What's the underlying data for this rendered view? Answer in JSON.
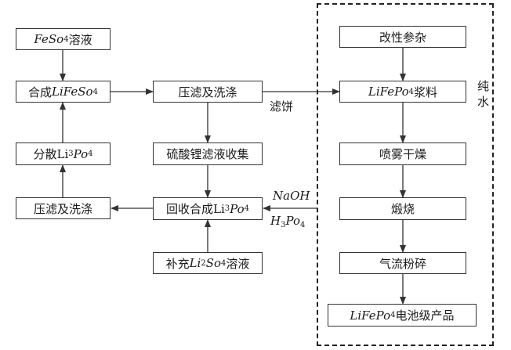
{
  "boxes": {
    "feso4_solution": {
      "formula": "FeSo",
      "sub": "4",
      "suffix": "溶液"
    },
    "synth_lifeso4": {
      "prefix": "合成",
      "formula": "LiFeSo",
      "sub": "4"
    },
    "filter_wash_1": {
      "text": "压滤及洗涤"
    },
    "disperse_li3po4": {
      "prefix": "分散",
      "el": "Li",
      "sub1": "3",
      "formula": "Po",
      "sub2": "4"
    },
    "filter_wash_2": {
      "text": "压滤及洗涤"
    },
    "li_sulfate_collect": {
      "text": "硫酸锂滤液收集"
    },
    "recover_li3po4": {
      "prefix": "回收合成",
      "el": "Li",
      "sub1": "3",
      "formula": "Po",
      "sub2": "4"
    },
    "supplement_li2so4": {
      "prefix": "补充",
      "el": "Li",
      "sub1": "2",
      "formula": "So",
      "sub2": "4",
      "suffix": "溶液"
    },
    "modify_dope": {
      "text": "改性参杂"
    },
    "lifepo4_slurry": {
      "formula": "LiFePo",
      "sub": "4",
      "suffix": "浆料"
    },
    "spray_dry": {
      "text": "喷雾干燥"
    },
    "calcine": {
      "text": "煅烧"
    },
    "jet_mill": {
      "text": "气流粉碎"
    },
    "battery_product": {
      "formula": "LiFePo",
      "sub": "4",
      "suffix": "电池级产品"
    }
  },
  "labels": {
    "filter_cake": "滤饼",
    "pure_water_1": "纯",
    "pure_water_2": "水",
    "naoh": "NaOH",
    "h3po4_main": "H",
    "h3po4_sub1": "3",
    "h3po4_po": "Po",
    "h3po4_sub2": "4"
  }
}
